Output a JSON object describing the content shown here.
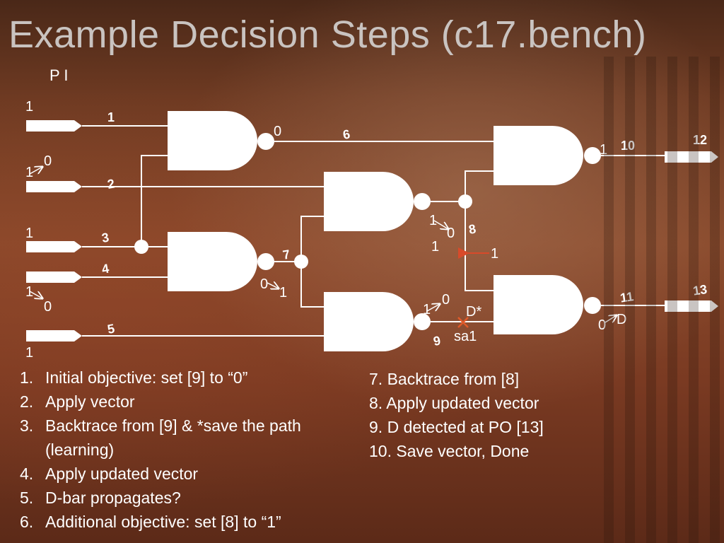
{
  "slide": {
    "title": "Example Decision Steps (c17.bench)",
    "pi_label": "P I"
  },
  "colors": {
    "wire": "#ffffff",
    "gate_fill": "#ffffff",
    "text": "#ffffff",
    "title": "#c9c3c0",
    "fault_mark": "#e05a2a",
    "backtrace_arrow": "#d84a2a"
  },
  "circuit": {
    "nets": {
      "n1": "1",
      "n2": "2",
      "n3": "3",
      "n4": "4",
      "n5": "5",
      "n6": "6",
      "n7": "7",
      "n8": "8",
      "n9": "9",
      "n10": "10",
      "n11": "11",
      "n12": "12",
      "n13": "13"
    },
    "values": {
      "pi1": "1",
      "pi2_old": "1",
      "pi2_new": "0",
      "pi3": "1",
      "pi4_old": "1",
      "pi4_new": "0",
      "pi5": "1",
      "g1_out": "0",
      "g2_out_old": "1",
      "g2_out_new": "0",
      "g2_out_extra": "1",
      "g3_out_old": "0",
      "g3_out_new": "1",
      "g4_out_old": "1",
      "g4_out_new": "0",
      "g5_out": "1",
      "g6_out_old": "0",
      "g6_out_new": "D",
      "backtrace_value": "1",
      "fault_value": "D*",
      "fault_label": "sa1"
    }
  },
  "steps_left": [
    {
      "num": "1.",
      "text": "Initial objective: set [9] to “0”"
    },
    {
      "num": "2.",
      "text": "Apply vector"
    },
    {
      "num": "3.",
      "text": "Backtrace from [9] & *save the path (learning)"
    },
    {
      "num": "4.",
      "text": "Apply updated vector"
    },
    {
      "num": "5.",
      "text": "D-bar propagates?"
    },
    {
      "num": "6.",
      "text": "Additional objective: set [8] to “1”"
    }
  ],
  "steps_right": [
    {
      "text": "7. Backtrace from [8]"
    },
    {
      "text": "8. Apply updated vector"
    },
    {
      "text": "9. D detected at PO [13]"
    },
    {
      "text": "10. Save vector, Done"
    }
  ]
}
